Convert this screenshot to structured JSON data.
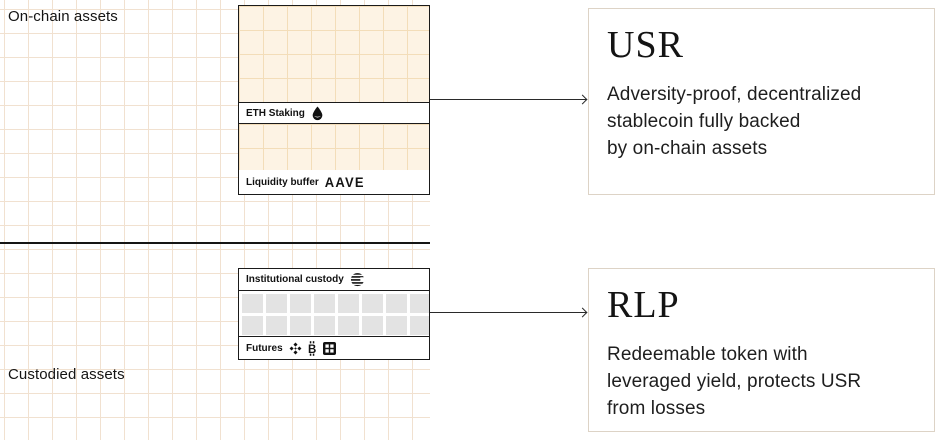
{
  "colors": {
    "grid_line": "#f1e1d0",
    "box_fill": "#fdf3e4",
    "box_fill_grid_line": "#f3ddb9",
    "gray_fill": "#e3e3e3",
    "line_black": "#1a1a1a",
    "card_border": "#ddd3c6",
    "text": "#1e1e1e"
  },
  "diagram": {
    "onchain_label": "On-chain assets",
    "custodied_label": "Custodied assets",
    "onchain_box": {
      "eth_staking": {
        "label": "ETH Staking",
        "icon": "flame-droplet"
      },
      "liquidity_buffer": {
        "label": "Liquidity buffer",
        "logo": "AAVE"
      }
    },
    "custody_box": {
      "institutional_custody": {
        "label": "Institutional custody",
        "icon": "striped-globe"
      },
      "futures": {
        "label": "Futures",
        "icons": [
          "diamond-exchange",
          "bitcoin-b",
          "checkered-square"
        ]
      }
    }
  },
  "cards": {
    "usr": {
      "title": "USR",
      "lines": [
        "Adversity-proof, decentralized",
        "stablecoin fully backed",
        "by on-chain assets"
      ]
    },
    "rlp": {
      "title": "RLP",
      "lines": [
        "Redeemable token with",
        "leveraged yield, protects USR",
        "from losses"
      ]
    }
  }
}
